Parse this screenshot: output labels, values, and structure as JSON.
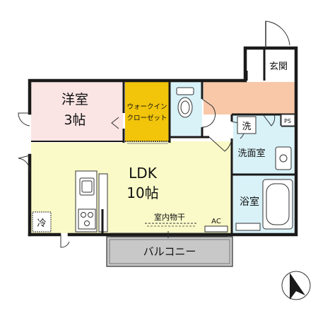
{
  "rooms": {
    "western": {
      "name": "洋室",
      "size": "3帖"
    },
    "walkin": {
      "line1": "ウォークイン",
      "line2": "クローゼット"
    },
    "ldk": {
      "name": "LDK",
      "size": "10帖"
    },
    "entrance": "玄関",
    "washroom": "洗面室",
    "bathroom": "浴室",
    "balcony": "バルコニー"
  },
  "fixtures": {
    "washer": "洗",
    "ps": "PS",
    "fridge": "冷",
    "indoor_drying": "室内物干",
    "ac": "AC"
  },
  "colors": {
    "western": "#fae4e4",
    "walkin": "#f2c40a",
    "ldk": "#fafac8",
    "hall": "#f8c8a8",
    "wet": "#d8f2f8",
    "balcony": "#c8c8c8",
    "wall": "#1a1a1a"
  }
}
